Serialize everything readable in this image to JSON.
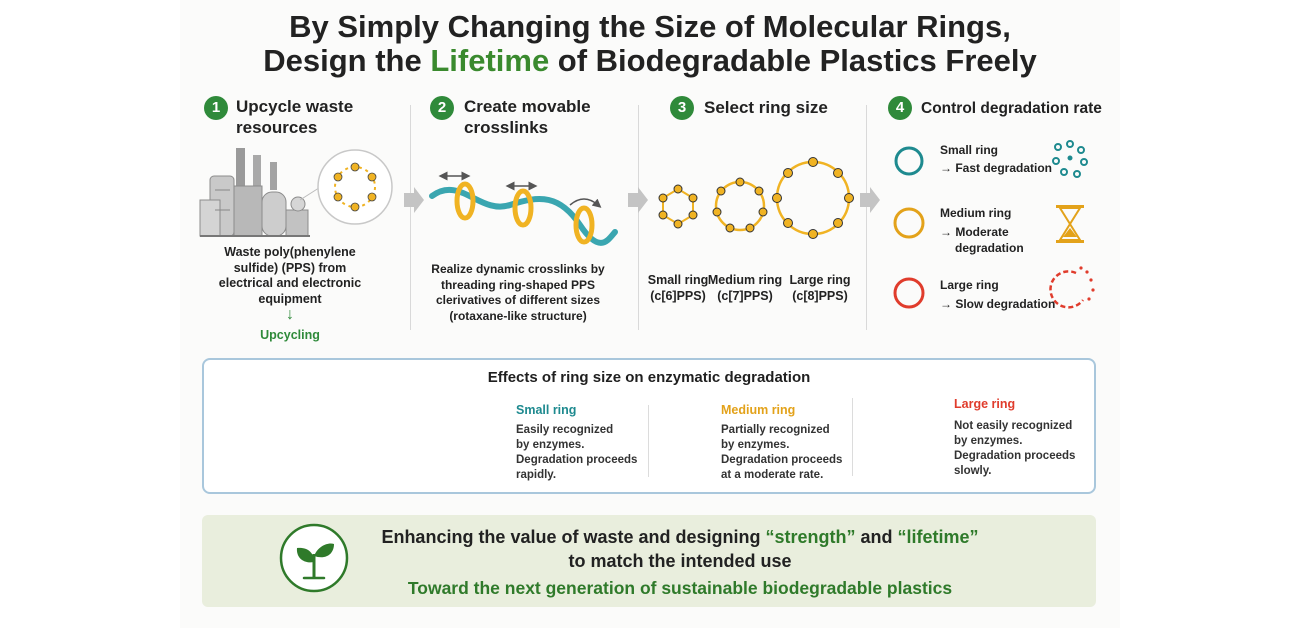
{
  "title": {
    "line1": "By Simply Changing the Size of Molecular Rings,",
    "line2_pre": "Design the ",
    "line2_hl": "Lifetime",
    "line2_post": " of Biodegradable Plastics Freely"
  },
  "steps": [
    {
      "num": "1",
      "title": "Upcycle waste resources",
      "caption": "Waste poly(phenylene sulfide) (PPS) from electrical and electronic equipment",
      "arrow": "↓",
      "extra": "Upcycling"
    },
    {
      "num": "2",
      "title": "Create movable crosslinks",
      "caption": "Realize dynamic crosslinks by threading ring-shaped PPS clerivatives of different sizes (rotaxane-like structure)"
    },
    {
      "num": "3",
      "title": "Select ring size",
      "rings": [
        {
          "label1": "Small ring",
          "label2": "(c[6]PPS)"
        },
        {
          "label1": "Medium ring",
          "label2": "(c[7]PPS)"
        },
        {
          "label1": "Large ring",
          "label2": "(c[8]PPS)"
        }
      ]
    },
    {
      "num": "4",
      "title": "Control degradation rate",
      "items": [
        {
          "name": "Small ring",
          "desc1": "→ Fast degradation",
          "desc2": ""
        },
        {
          "name": "Medium ring",
          "desc1": "→ Moderate",
          "desc2": "degradation"
        },
        {
          "name": "Large ring",
          "desc1": "→ Slow degradation",
          "desc2": ""
        }
      ]
    }
  ],
  "effects": {
    "title": "Effects of ring size on enzymatic degradation",
    "columns": [
      {
        "head": "Small ring",
        "lines": [
          "Easily recognized",
          "by enzymes.",
          "Degradation proceeds",
          "rapidly."
        ]
      },
      {
        "head": "Medium ring",
        "lines": [
          "Partially recognized",
          "by enzymes.",
          "Degradation proceeds",
          "at a moderate rate."
        ]
      },
      {
        "head": "Large ring",
        "lines": [
          "Not easily recognized",
          "by enzymes.",
          "Degradation proceeds",
          "slowly."
        ]
      }
    ]
  },
  "bottom": {
    "l1_a": "Enhancing the value of waste and designing ",
    "l1_b": "“strength”",
    "l1_c": " and ",
    "l1_d": "“lifetime”",
    "l2": "to match the intended use",
    "l3": "Toward the next generation of sustainable biodegradable plastics"
  },
  "colors": {
    "green": "#2f8a3a",
    "teal": "#1e8a8f",
    "orange": "#e3a21a",
    "red": "#e03c2c",
    "ring_gold": "#f0b323",
    "chain_teal": "#3aa6b0"
  }
}
